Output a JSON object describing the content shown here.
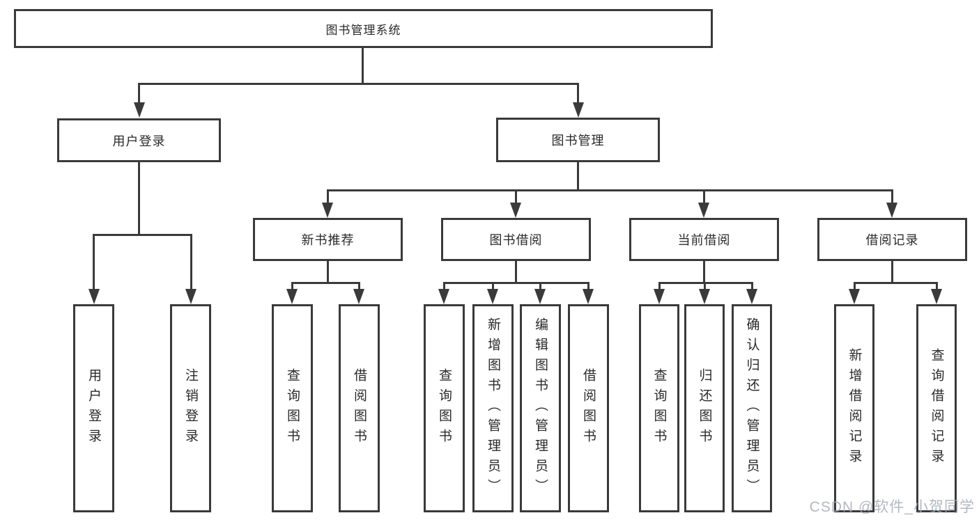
{
  "diagram_type": "hierarchy-tree",
  "colors": {
    "line": "#3a3a3a",
    "box_border": "#3a3a3a",
    "text": "#2a2a2a",
    "background": "#ffffff",
    "watermark": "#a5acb6"
  },
  "watermark": {
    "text": "CSDN @软件_小贺同学"
  },
  "tree": {
    "label": "图书管理系统",
    "children": [
      {
        "label": "用户登录",
        "children": [
          {
            "label": "用户登录"
          },
          {
            "label": "注销登录"
          }
        ]
      },
      {
        "label": "图书管理",
        "children": [
          {
            "label": "新书推荐",
            "children": [
              {
                "label": "查询图书"
              },
              {
                "label": "借阅图书"
              }
            ]
          },
          {
            "label": "图书借阅",
            "children": [
              {
                "label": "查询图书"
              },
              {
                "label": "新增图书（管理员）"
              },
              {
                "label": "编辑图书（管理员）"
              },
              {
                "label": "借阅图书"
              }
            ]
          },
          {
            "label": "当前借阅",
            "children": [
              {
                "label": "查询图书"
              },
              {
                "label": "归还图书"
              },
              {
                "label": "确认归还（管理员）"
              }
            ]
          },
          {
            "label": "借阅记录",
            "children": [
              {
                "label": "新增借阅记录"
              },
              {
                "label": "查询借阅记录"
              }
            ]
          }
        ]
      }
    ]
  }
}
